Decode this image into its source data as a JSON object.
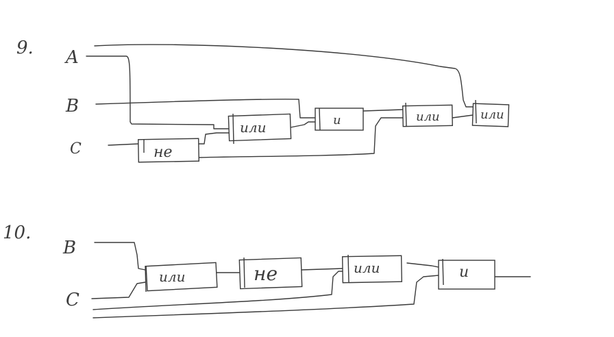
{
  "diagram_1": {
    "number": "9.",
    "inputs": [
      "A",
      "B",
      "C"
    ],
    "gates": {
      "not": "не",
      "nor_1": "или",
      "and": "и",
      "nor_2": "или",
      "nor_3": "или"
    }
  },
  "diagram_2": {
    "number": "10.",
    "inputs": [
      "B",
      "C"
    ],
    "gates": {
      "nor_1": "или",
      "not": "не",
      "nor_2": "или",
      "and": "и"
    }
  }
}
